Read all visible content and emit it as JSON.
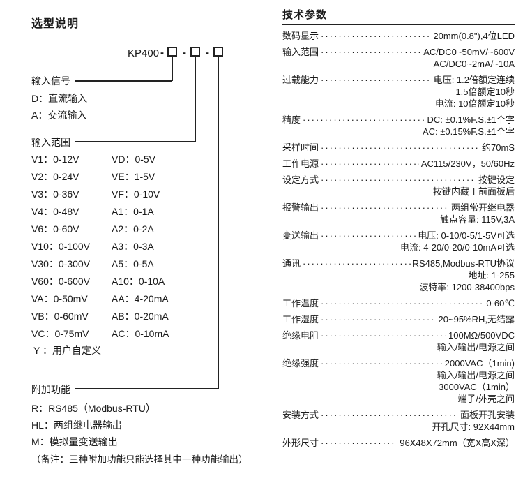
{
  "colors": {
    "text": "#1a1a1a",
    "line": "#222222",
    "background": "#ffffff"
  },
  "selection": {
    "title": "选型说明",
    "model_prefix": "KP400",
    "separator": "-",
    "signal": {
      "label": "输入信号",
      "options": [
        "D：直流输入",
        "A：交流输入"
      ]
    },
    "range": {
      "label": "输入范围",
      "col1": [
        "V1：0-12V",
        "V2：0-24V",
        "V3：0-36V",
        "V4：0-48V",
        "V6：0-60V",
        "V10：0-100V",
        "V30：0-300V",
        "V60：0-600V",
        "VA：0-50mV",
        "VB：0-60mV",
        "VC：0-75mV"
      ],
      "col2": [
        "VD：0-5V",
        "VE：1-5V",
        "VF：0-10V",
        "A1：0-1A",
        "A2：0-2A",
        "A3：0-3A",
        "A5：0-5A",
        "A10：0-10A",
        "AA：4-20mA",
        "AB：0-20mA",
        "AC：0-10mA"
      ],
      "custom": "Y ：用户自定义"
    },
    "addons": {
      "label": "附加功能",
      "options": [
        "R：RS485（Modbus-RTU）",
        "HL：两组继电器输出",
        "M：模拟量变送输出"
      ]
    },
    "note": "（备注：三种附加功能只能选择其中一种功能输出）"
  },
  "params": {
    "title": "技术参数",
    "specs": [
      {
        "label": "数码显示",
        "value": "20mm(0.8\"),4位LED",
        "extras": []
      },
      {
        "label": "输入范围",
        "value": "AC/DC0~50mV/~600V",
        "extras": [
          "AC/DC0~2mA/~10A"
        ]
      },
      {
        "label": "过载能力",
        "value": "电压: 1.2倍额定连续",
        "extras": [
          "1.5倍额定10秒",
          "电流: 10倍额定10秒"
        ]
      },
      {
        "label": "精度",
        "value": "DC: ±0.1%F.S.±1个字",
        "extras": [
          "AC: ±0.15%F.S.±1个字"
        ]
      },
      {
        "label": "采样时间",
        "value": "约70mS",
        "extras": []
      },
      {
        "label": "工作电源",
        "value": "AC115/230V，50/60Hz",
        "extras": []
      },
      {
        "label": "设定方式",
        "value": "按键设定",
        "extras": [
          "按键内藏于前面板后"
        ]
      },
      {
        "label": "报警输出",
        "value": "两组常开继电器",
        "extras": [
          "触点容量: 115V,3A"
        ]
      },
      {
        "label": "变送输出",
        "value": "电压: 0-10/0-5/1-5V可选",
        "extras": [
          "电流: 4-20/0-20/0-10mA可选"
        ]
      },
      {
        "label": "通讯",
        "value": "RS485,Modbus-RTU协议",
        "extras": [
          "地址: 1-255",
          "波特率: 1200-38400bps"
        ]
      },
      {
        "label": "工作温度",
        "value": "0-60℃",
        "extras": []
      },
      {
        "label": "工作湿度",
        "value": "20~95%RH,无结露",
        "extras": []
      },
      {
        "label": "绝缘电阻",
        "value": "100MΩ/500VDC",
        "extras": [
          "输入/输出/电源之间"
        ]
      },
      {
        "label": "绝缘强度",
        "value": "2000VAC（1min)",
        "extras": [
          "输入/输出/电源之间",
          "3000VAC（1min）",
          "端子/外壳之间"
        ]
      },
      {
        "label": "安装方式",
        "value": "面板开孔安装",
        "extras": [
          "开孔尺寸: 92X44mm"
        ]
      },
      {
        "label": "外形尺寸",
        "value": "96X48X72mm（宽X高X深）",
        "extras": []
      }
    ]
  }
}
